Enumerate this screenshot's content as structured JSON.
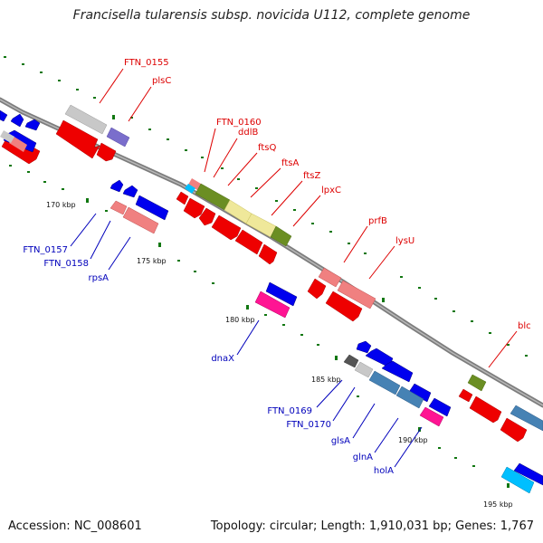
{
  "title": "Francisella tularensis subsp. novicida U112, complete genome",
  "footer": {
    "accession": "Accession: NC_008601",
    "stats": "Topology: circular; Length: 1,910,031 bp; Genes: 1,767"
  },
  "colors": {
    "backbone": "#8c8c8c",
    "label_forward": "#dd0000",
    "label_reverse": "#0000bb",
    "tick": "#117711"
  },
  "ticks": [
    {
      "label": "170 kbp"
    },
    {
      "label": "175 kbp"
    },
    {
      "label": "180 kbp"
    },
    {
      "label": "185 kbp"
    },
    {
      "label": "190 kbp"
    },
    {
      "label": "195 kbp"
    }
  ],
  "labels_forward": [
    {
      "text": "FTN_0155"
    },
    {
      "text": "plsC"
    },
    {
      "text": "FTN_0160"
    },
    {
      "text": "ddlB"
    },
    {
      "text": "ftsQ"
    },
    {
      "text": "ftsA"
    },
    {
      "text": "ftsZ"
    },
    {
      "text": "lpxC"
    },
    {
      "text": "prfB"
    },
    {
      "text": "lysU"
    },
    {
      "text": "blc"
    }
  ],
  "labels_reverse": [
    {
      "text": "FTN_0157"
    },
    {
      "text": "FTN_0158"
    },
    {
      "text": "rpsA"
    },
    {
      "text": "dnaX"
    },
    {
      "text": "FTN_0169"
    },
    {
      "text": "FTN_0170"
    },
    {
      "text": "glsA"
    },
    {
      "text": "glnA"
    },
    {
      "text": "holA"
    }
  ]
}
